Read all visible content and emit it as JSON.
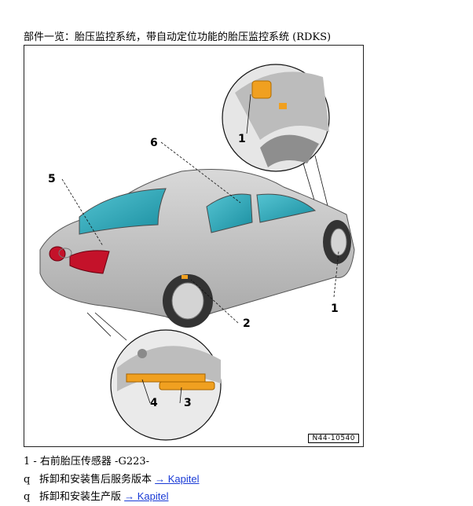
{
  "heading": "部件一览：胎压监控系统，带自动定位功能的胎压监控系统 (RDKS)",
  "figure": {
    "code": "N44-10540",
    "callouts": [
      "1",
      "2",
      "3",
      "4",
      "5",
      "6"
    ]
  },
  "legend": {
    "item_title": "1 -  右前胎压传感器  -G223-",
    "rows": [
      {
        "bullet": "q",
        "text": "拆卸和安装售后服务版本 ",
        "link": "→ Kapitel"
      },
      {
        "bullet": "q",
        "text": "拆卸和安装生产版 ",
        "link": "→ Kapitel"
      }
    ]
  },
  "colors": {
    "glass": "#2aa6b8",
    "car_body": "#c9c9c9",
    "taillight": "#c4122a",
    "sensor": "#f0a020"
  }
}
